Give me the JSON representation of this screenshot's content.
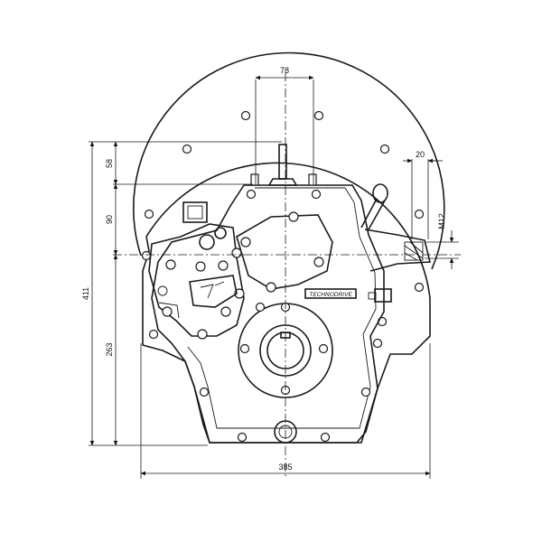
{
  "dimensions": {
    "top_width": "78",
    "bolt_offset": "20",
    "thread": "M12",
    "upper_height": "58",
    "mid_height": "90",
    "lower_height": "263",
    "total_height": "411",
    "total_width": "385"
  },
  "brand_plate": "TECHNODRIVE",
  "colors": {
    "line": "#1a1a1a",
    "background": "#ffffff"
  }
}
